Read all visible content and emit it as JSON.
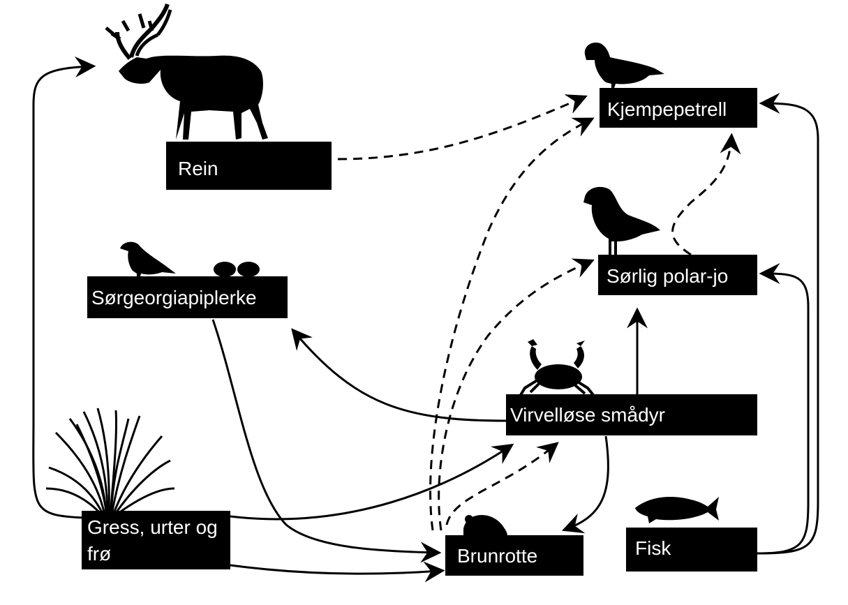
{
  "nodes": {
    "rein": {
      "label": "Rein"
    },
    "kjempepetrell": {
      "label": "Kjempepetrell"
    },
    "sorlig_polar_jo": {
      "label": "Sørlig polar-jo"
    },
    "sorgeorgiapiplerke": {
      "label": "Sørgeorgiapiplerke"
    },
    "virvellose_smadyr": {
      "label": "Virvelløse smådyr"
    },
    "gress": {
      "label_line1": "Gress, urter og",
      "label_line2": "frø"
    },
    "brunrotte": {
      "label": "Brunrotte"
    },
    "fisk": {
      "label": "Fisk"
    }
  },
  "icons": {
    "reindeer": "reindeer-icon",
    "giant_petrel": "giant-petrel-icon",
    "skua": "skua-icon",
    "pipit": "pipit-icon",
    "eggs": "eggs-icon",
    "crab": "crab-icon",
    "grass": "grass-icon",
    "rat": "rat-icon",
    "fish": "fish-icon"
  },
  "colors": {
    "box": "#000000",
    "text": "#ffffff",
    "line": "#000000",
    "background": "#ffffff"
  }
}
